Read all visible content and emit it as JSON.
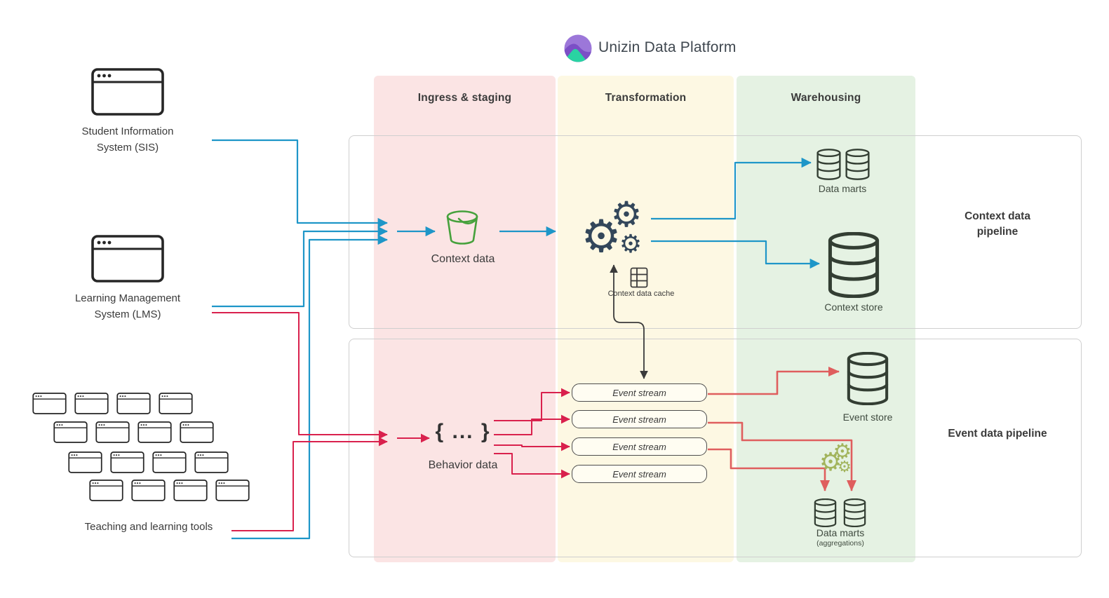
{
  "title": "Unizin Data Platform",
  "columns": {
    "ingress": {
      "label": "Ingress & staging",
      "color": "#FBE4E4"
    },
    "transformation": {
      "label": "Transformation",
      "color": "#FDF8E3"
    },
    "warehousing": {
      "label": "Warehousing",
      "color": "#E5F2E3"
    }
  },
  "pipelines": {
    "context": {
      "label": "Context data pipeline"
    },
    "event": {
      "label": "Event data pipeline"
    }
  },
  "sources": {
    "sis": {
      "label": "Student Information System (SIS)"
    },
    "lms": {
      "label": "Learning Management System (LMS)"
    },
    "tools": {
      "label": "Teaching and learning tools",
      "window_count": 16
    }
  },
  "context_pipeline": {
    "ingest": {
      "label": "Context data"
    },
    "cache": {
      "label": "Context data cache"
    },
    "data_marts": {
      "label": "Data marts"
    },
    "store": {
      "label": "Context store"
    }
  },
  "event_pipeline": {
    "ingest": {
      "label": "Behavior data",
      "glyph": "{ ... }"
    },
    "streams": [
      "Event stream",
      "Event stream",
      "Event stream",
      "Event stream"
    ],
    "event_store": {
      "label": "Event store"
    },
    "data_marts": {
      "label": "Data marts",
      "sublabel": "(aggregations)"
    }
  },
  "colors": {
    "context_flow_blue": "#1E96C8",
    "event_flow_crimson": "#D9214D",
    "event_output_red": "#DF5E5E",
    "cache_flow_black": "#3B3B3B",
    "gears_slate": "#33475B",
    "gears_olive": "#A2B45C",
    "database_stroke": "#333E33",
    "bucket_green": "#46A13C",
    "browser_stroke": "#262626",
    "ingress_bg": "#FBE4E4",
    "transformation_bg": "#FDF8E3",
    "warehousing_bg": "#E5F2E3",
    "container_border": "#CFCFCF",
    "logo_purple_light": "#9C77D9",
    "logo_purple_dark": "#7B4FC6",
    "logo_teal": "#29D3A2"
  }
}
